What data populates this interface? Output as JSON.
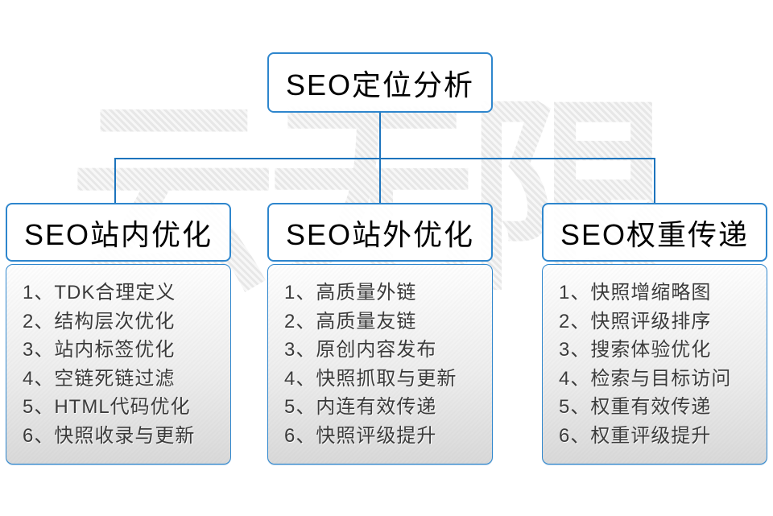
{
  "watermark": "云无限",
  "root": {
    "title": "SEO定位分析"
  },
  "branches": [
    {
      "title": "SEO站内优化",
      "items": [
        "1、TDK合理定义",
        "2、结构层次优化",
        "3、站内标签优化",
        "4、空链死链过滤",
        "5、HTML代码优化",
        "6、快照收录与更新"
      ]
    },
    {
      "title": "SEO站外优化",
      "items": [
        "1、高质量外链",
        "2、高质量友链",
        "3、原创内容发布",
        "4、快照抓取与更新",
        "5、内连有效传递",
        "6、快照评级提升"
      ]
    },
    {
      "title": "SEO权重传递",
      "items": [
        "1、快照增缩略图",
        "2、快照评级排序",
        "3、搜索体验优化",
        "4、检索与目标访问",
        "5、权重有效传递",
        "6、权重评级提升"
      ]
    }
  ],
  "colors": {
    "accent_border": "#2e86cd",
    "connector": "#1d74bd",
    "list_text": "#3b3b3b"
  }
}
